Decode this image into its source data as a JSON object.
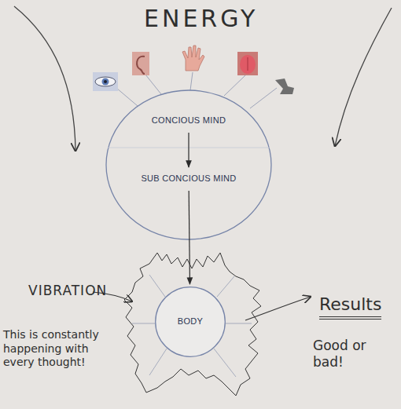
{
  "diagram": {
    "title": "ENERGY",
    "nodes": [
      {
        "text": [
          "CONCIOUS MIND"
        ]
      },
      {
        "text": [
          "SUB CONCIOUS MIND"
        ]
      },
      {
        "text": [
          "BODY"
        ]
      }
    ],
    "edges": [
      {
        "from": 0,
        "to": 1,
        "arrow": "to"
      },
      {
        "from": 1,
        "to": 2,
        "arrow": "to"
      }
    ],
    "labels": [
      "VIBRATION",
      "This is constantly happening with every thought!",
      "Results",
      "Good or bad!"
    ]
  }
}
